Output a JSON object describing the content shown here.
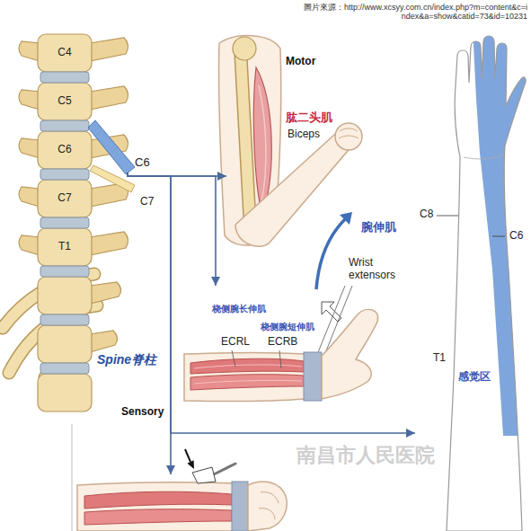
{
  "diagram": {
    "nodes": [
      {
        "text": [
          "C6"
        ]
      },
      {
        "text": [
          "Motor",
          "肱二头肌",
          "Biceps",
          "腕伸肌",
          "Wrist extensors"
        ]
      },
      {
        "text": [
          "桡侧腕长伸肌",
          "桡侧腕短伸肌",
          "ECRL",
          "ECRB"
        ]
      },
      {
        "text": [
          "Sensory"
        ]
      },
      {
        "text": [
          "C8",
          "C6",
          "T1",
          "感觉区"
        ]
      }
    ],
    "edges": [
      {
        "from": 0,
        "to": 1,
        "arrow": "to"
      },
      {
        "from": 0,
        "to": 2,
        "arrow": "to"
      },
      {
        "from": 0,
        "to": 3,
        "arrow": "to"
      },
      {
        "from": 0,
        "to": 4,
        "arrow": "to"
      }
    ],
    "labels": [
      "圖片來源：http://www.xcsyy.com.cn/index.php?m=content&c=index&a=show&catid=73&id=10231",
      "C4",
      "C5",
      "C6",
      "C7",
      "T1",
      "C7",
      "Spine脊柱",
      "南昌市人民医院"
    ]
  }
}
